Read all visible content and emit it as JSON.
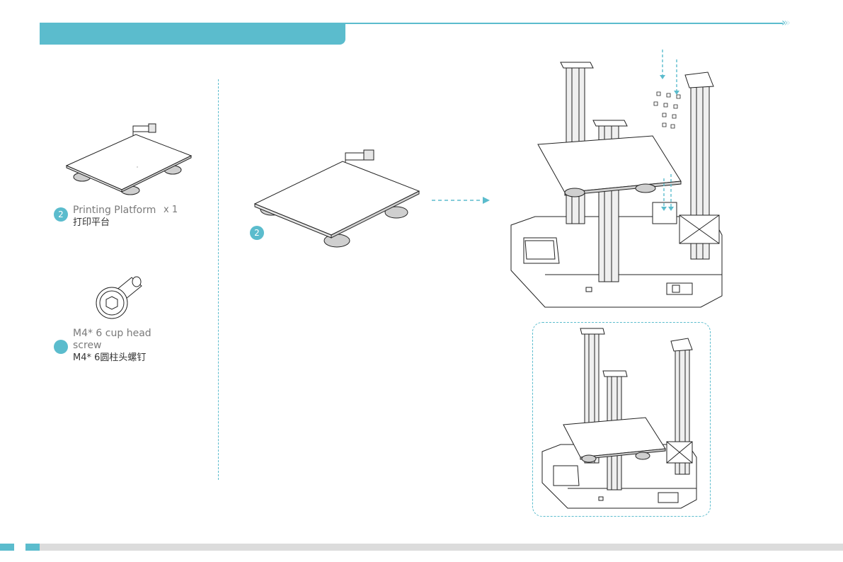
{
  "header": {
    "title": "",
    "accent_color": "#5bbccd",
    "chevrons": "›››"
  },
  "parts": {
    "platform": {
      "badge": "2",
      "name": "Printing Platform",
      "quantity": "x 1",
      "name_cn": "打印平台"
    },
    "screw": {
      "badge": "",
      "name_line1": "M4* 6 cup head",
      "name_line2": "screw",
      "name_cn": "M4* 6圆柱头螺钉"
    }
  },
  "step": {
    "badge": "2"
  },
  "footer": {
    "bar_color": "#dcdcdc"
  }
}
